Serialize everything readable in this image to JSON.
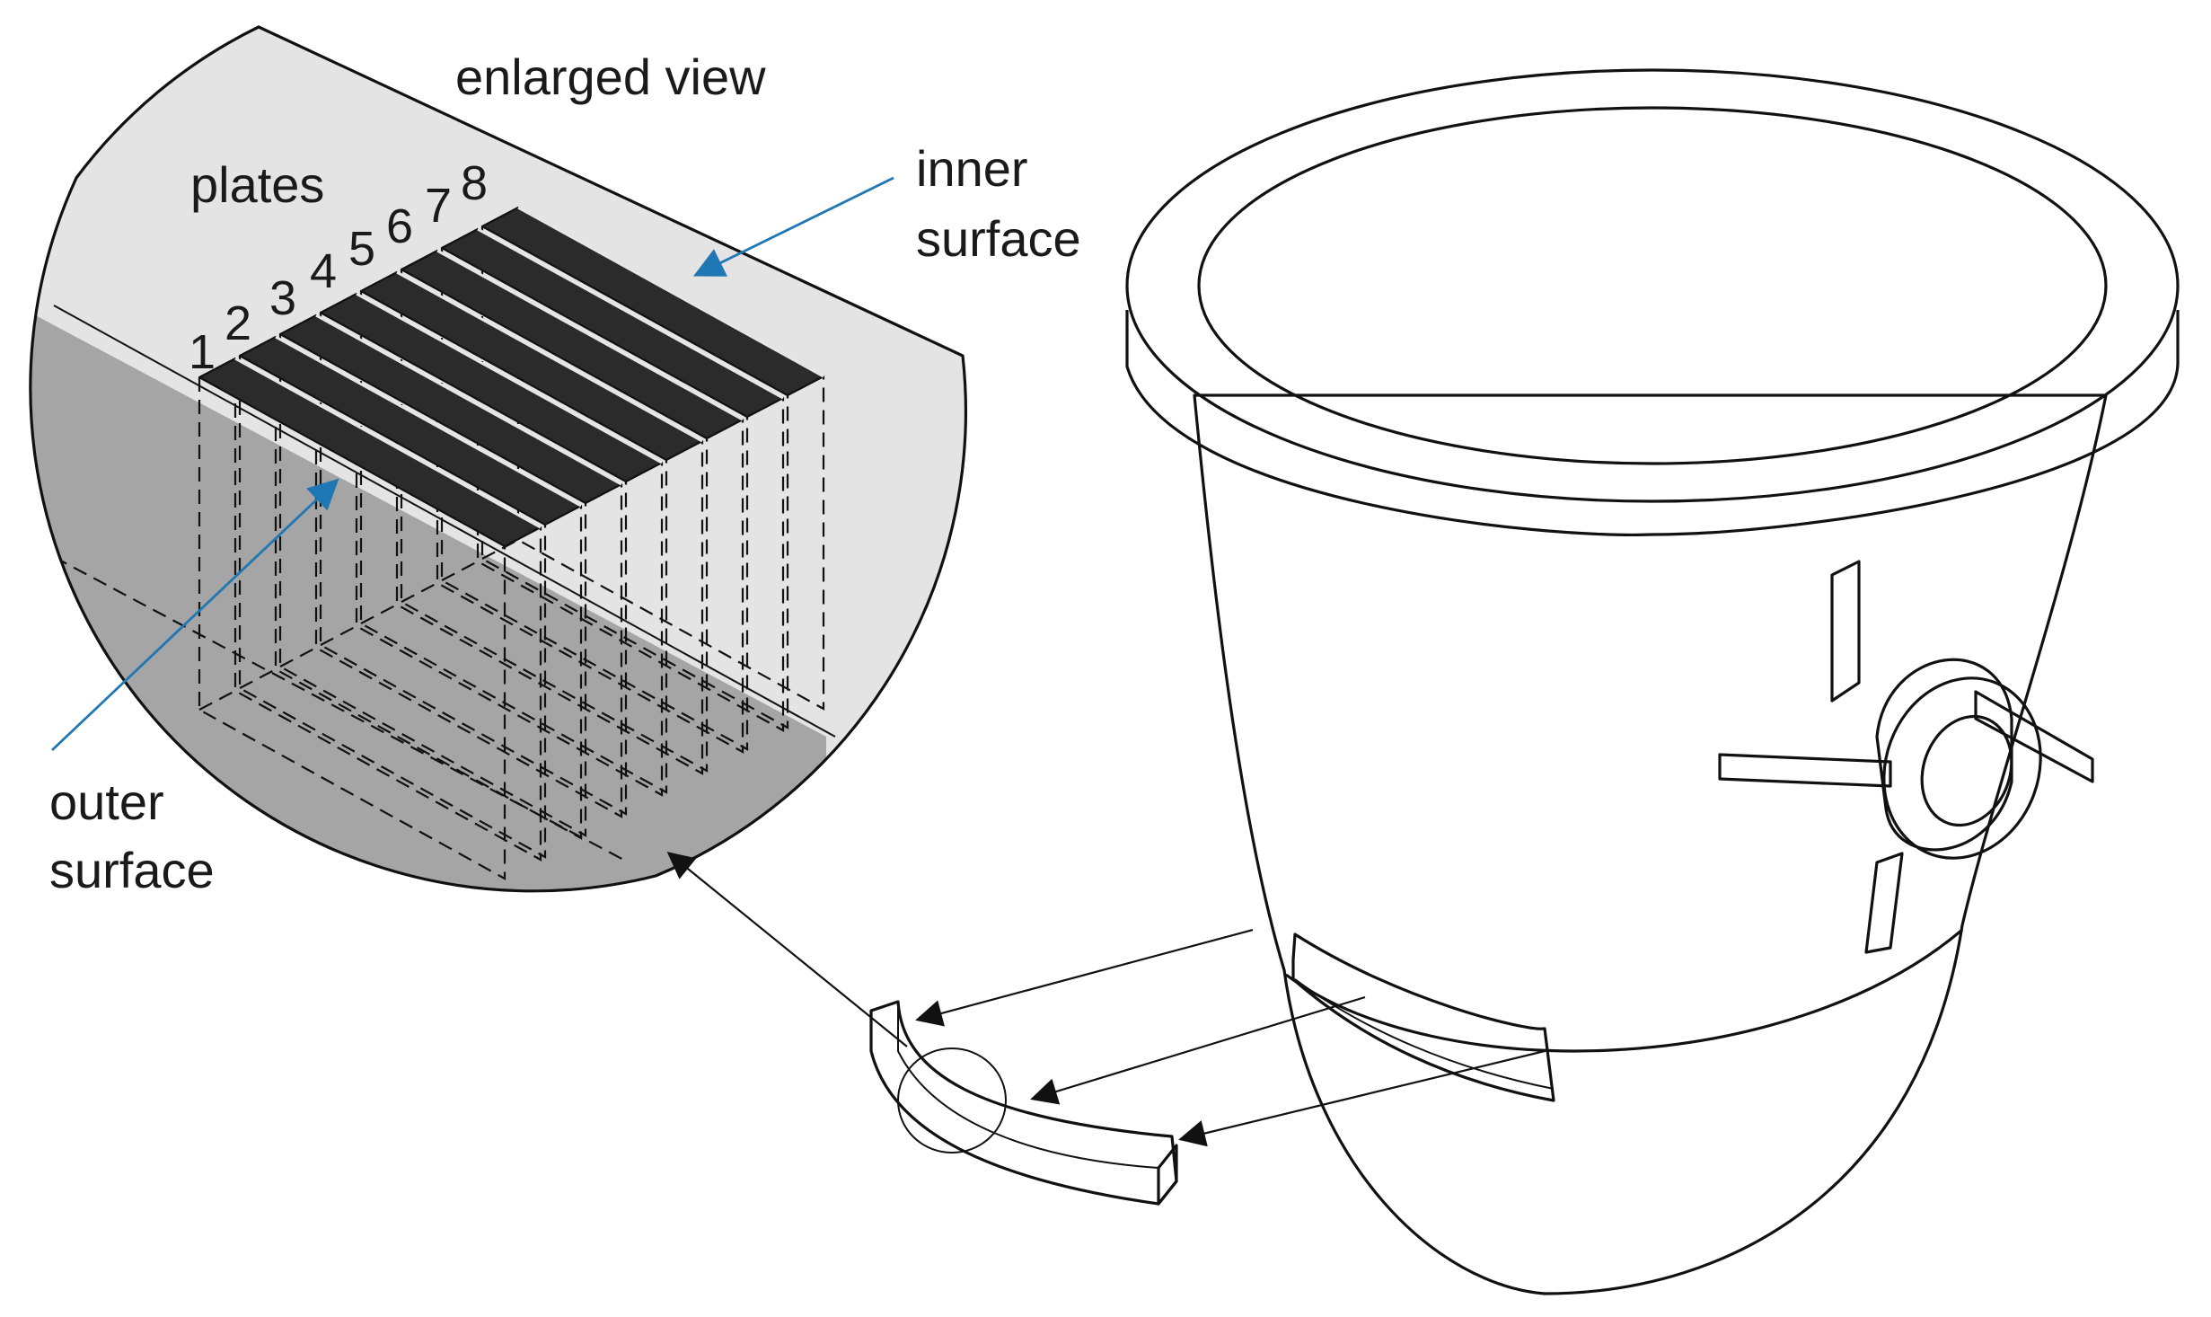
{
  "labels": {
    "enlarged_view": "enlarged view",
    "plates": "plates",
    "inner_surface_line1": "inner",
    "inner_surface_line2": "surface",
    "outer_surface_line1": "outer",
    "outer_surface_line2": "surface"
  },
  "plate_numbers": [
    "1",
    "2",
    "3",
    "4",
    "5",
    "6",
    "7",
    "8"
  ],
  "colors": {
    "leader_blue": "#1f77b4",
    "plate_fill": "#2b2b2b",
    "section_light": "#e4e4e4",
    "section_dark": "#a5a5a5",
    "vessel_fill": "#e2e2e2"
  }
}
